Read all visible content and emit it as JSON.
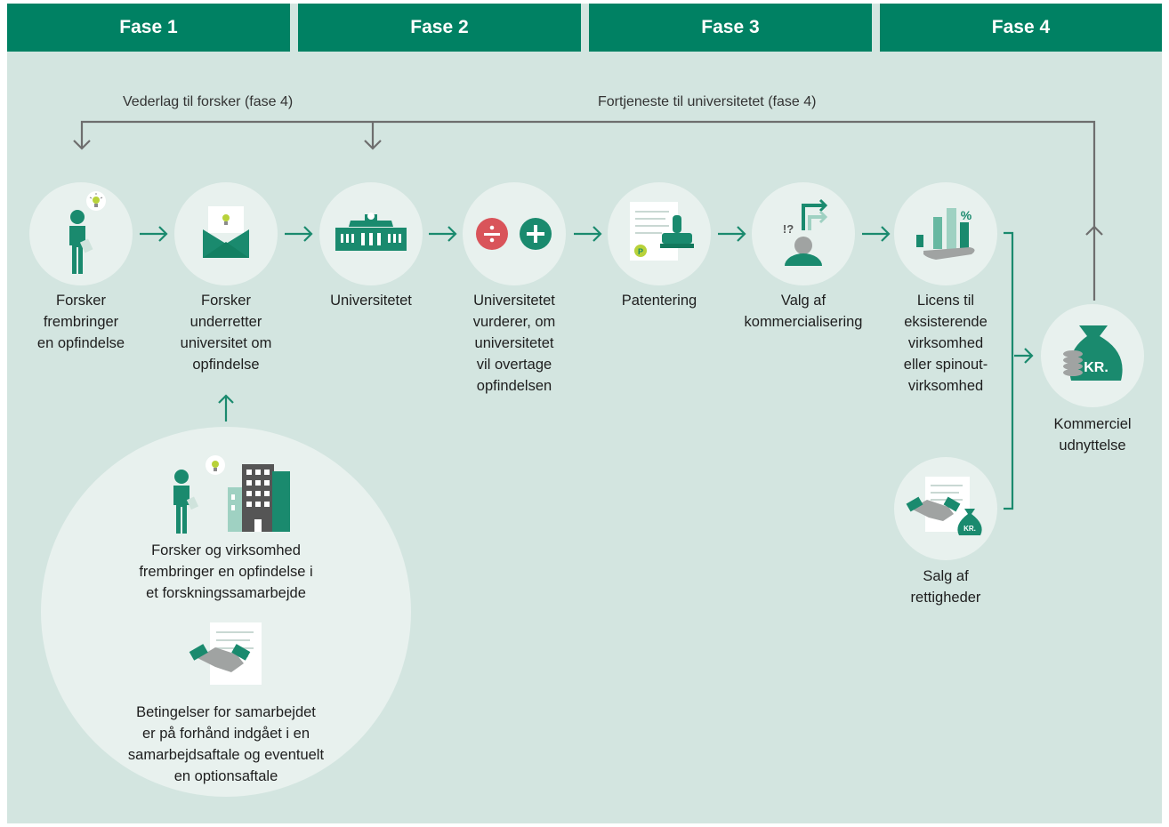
{
  "phases": [
    "Fase 1",
    "Fase 2",
    "Fase 3",
    "Fase 4"
  ],
  "feedback": {
    "researcher": "Vederlag til forsker (fase 4)",
    "university": "Fortjeneste til universitetet (fase 4)"
  },
  "steps": [
    {
      "label": [
        "Forsker",
        "frembringer",
        "en opfindelse"
      ],
      "icon": "researcher-idea-icon"
    },
    {
      "label": [
        "Forsker",
        "underretter",
        "universitet om",
        "opfindelse"
      ],
      "icon": "envelope-idea-icon"
    },
    {
      "label": [
        "Universitetet"
      ],
      "icon": "university-building-icon"
    },
    {
      "label": [
        "Universitetet",
        "vurderer, om",
        "universitetet",
        "vil overtage",
        "opfindelsen"
      ],
      "icon": "divide-plus-icon"
    },
    {
      "label": [
        "Patentering"
      ],
      "icon": "patent-stamp-icon"
    },
    {
      "label": [
        "Valg af",
        "kommercialisering"
      ],
      "icon": "decision-person-icon"
    },
    {
      "label": [
        "Licens til",
        "eksisterende",
        "virksomhed",
        "eller spinout-",
        "virksomhed"
      ],
      "icon": "license-chart-icon"
    }
  ],
  "sale": {
    "label": [
      "Salg af",
      "rettigheder"
    ],
    "icon": "handshake-moneybag-icon",
    "kr": "KR."
  },
  "commercial": {
    "label": [
      "Kommerciel",
      "udnyttelse"
    ],
    "icon": "moneybag-icon",
    "kr": "KR."
  },
  "collaboration": {
    "text1": [
      "Forsker og virksomhed",
      "frembringer en opfindelse i",
      "et forskningssamarbejde"
    ],
    "text2": [
      "Betingelser for samarbejdet",
      "er på forhånd indgået i en",
      "samarbejdsaftale og eventuelt",
      "en optionsaftale"
    ]
  },
  "colors": {
    "band": "#008163",
    "background": "#d3e5e0",
    "circle": "#e8f1ee",
    "accent": "#1a8a6e",
    "light_accent": "#67b8a1",
    "gray": "#a0a3a2",
    "red": "#d9545a"
  }
}
